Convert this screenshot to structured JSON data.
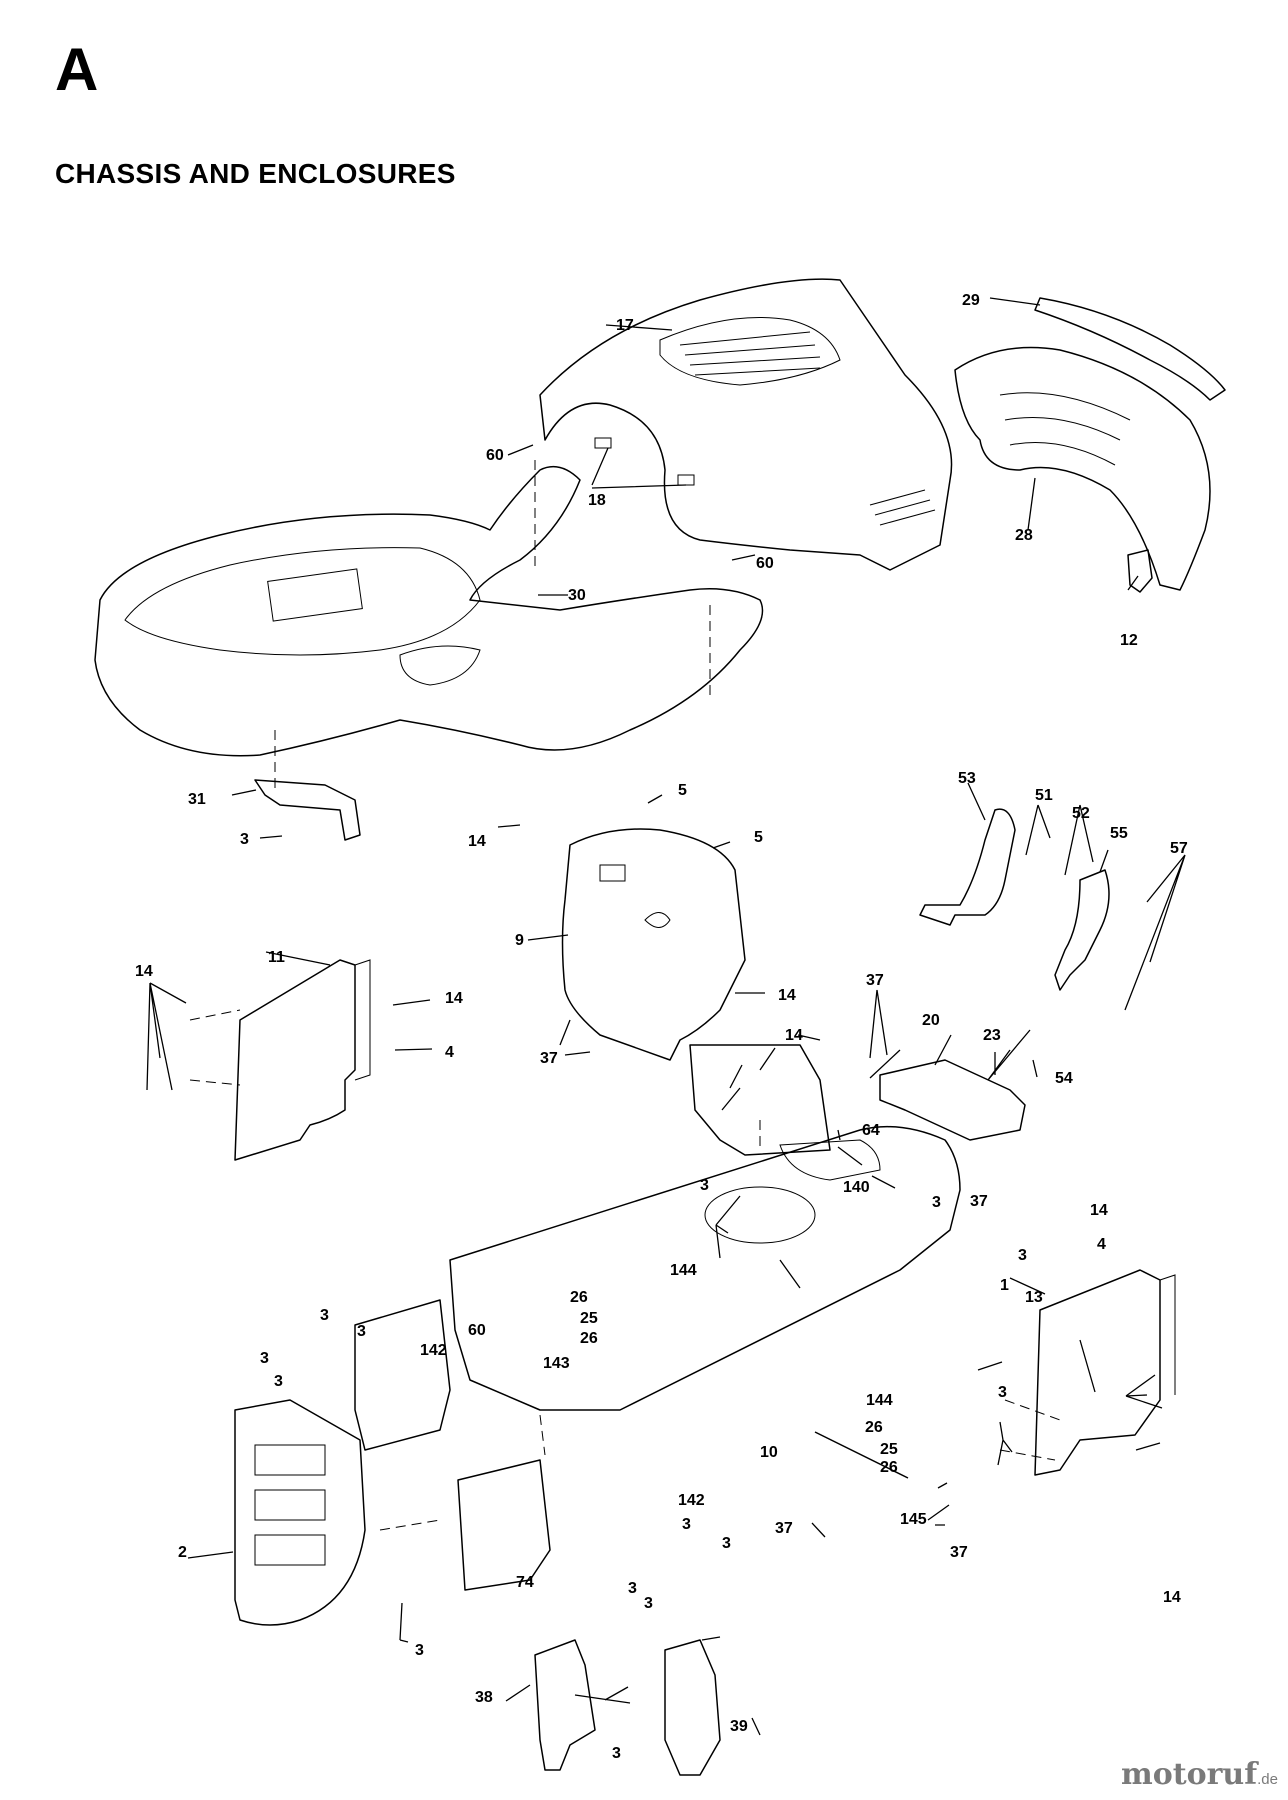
{
  "page": {
    "section_letter": "A",
    "section_title": "CHASSIS AND ENCLOSURES",
    "watermark_name": "motoruf",
    "watermark_tld": ".de"
  },
  "callouts": [
    {
      "id": "c17a",
      "text": "17"
    },
    {
      "id": "c29",
      "text": "29"
    },
    {
      "id": "c60a",
      "text": "60"
    },
    {
      "id": "c18",
      "text": "18"
    },
    {
      "id": "c28",
      "text": "28"
    },
    {
      "id": "c60b",
      "text": "60"
    },
    {
      "id": "c30",
      "text": "30"
    },
    {
      "id": "c12",
      "text": "12"
    },
    {
      "id": "c31",
      "text": "31"
    },
    {
      "id": "c3a",
      "text": "3"
    },
    {
      "id": "c5a",
      "text": "5"
    },
    {
      "id": "c5b",
      "text": "5"
    },
    {
      "id": "c53",
      "text": "53"
    },
    {
      "id": "c51",
      "text": "51"
    },
    {
      "id": "c52",
      "text": "52"
    },
    {
      "id": "c55",
      "text": "55"
    },
    {
      "id": "c57",
      "text": "57"
    },
    {
      "id": "c14a",
      "text": "14"
    },
    {
      "id": "c9",
      "text": "9"
    },
    {
      "id": "c11",
      "text": "11"
    },
    {
      "id": "c14b",
      "text": "14"
    },
    {
      "id": "c14c",
      "text": "14"
    },
    {
      "id": "c4a",
      "text": "4"
    },
    {
      "id": "c14d",
      "text": "14"
    },
    {
      "id": "c37a",
      "text": "37"
    },
    {
      "id": "c37b",
      "text": "37"
    },
    {
      "id": "c14e",
      "text": "14"
    },
    {
      "id": "c20",
      "text": "20"
    },
    {
      "id": "c23",
      "text": "23"
    },
    {
      "id": "c54",
      "text": "54"
    },
    {
      "id": "c64",
      "text": "64"
    },
    {
      "id": "c37c",
      "text": "37"
    },
    {
      "id": "c3b",
      "text": "3"
    },
    {
      "id": "c140",
      "text": "140"
    },
    {
      "id": "c3c",
      "text": "3"
    },
    {
      "id": "c14f",
      "text": "14"
    },
    {
      "id": "c4b",
      "text": "4"
    },
    {
      "id": "c3d",
      "text": "3"
    },
    {
      "id": "c144a",
      "text": "144"
    },
    {
      "id": "c1",
      "text": "1"
    },
    {
      "id": "c13",
      "text": "13"
    },
    {
      "id": "c26a",
      "text": "26"
    },
    {
      "id": "c25a",
      "text": "25"
    },
    {
      "id": "c26b",
      "text": "26"
    },
    {
      "id": "c3e",
      "text": "3"
    },
    {
      "id": "c3f",
      "text": "3"
    },
    {
      "id": "c60c",
      "text": "60"
    },
    {
      "id": "c142a",
      "text": "142"
    },
    {
      "id": "c143",
      "text": "143"
    },
    {
      "id": "c3g",
      "text": "3"
    },
    {
      "id": "c3h",
      "text": "3"
    },
    {
      "id": "c3i",
      "text": "3"
    },
    {
      "id": "c144b",
      "text": "144"
    },
    {
      "id": "c26c",
      "text": "26"
    },
    {
      "id": "c25b",
      "text": "25"
    },
    {
      "id": "c26d",
      "text": "26"
    },
    {
      "id": "c10",
      "text": "10"
    },
    {
      "id": "c142b",
      "text": "142"
    },
    {
      "id": "c3j",
      "text": "3"
    },
    {
      "id": "c3k",
      "text": "3"
    },
    {
      "id": "c37d",
      "text": "37"
    },
    {
      "id": "c145",
      "text": "145"
    },
    {
      "id": "c37e",
      "text": "37"
    },
    {
      "id": "c2",
      "text": "2"
    },
    {
      "id": "c74",
      "text": "74"
    },
    {
      "id": "c3l",
      "text": "3"
    },
    {
      "id": "c3m",
      "text": "3"
    },
    {
      "id": "c14g",
      "text": "14"
    },
    {
      "id": "c3n",
      "text": "3"
    },
    {
      "id": "c38",
      "text": "38"
    },
    {
      "id": "c3o",
      "text": "3"
    },
    {
      "id": "c39",
      "text": "39"
    }
  ]
}
